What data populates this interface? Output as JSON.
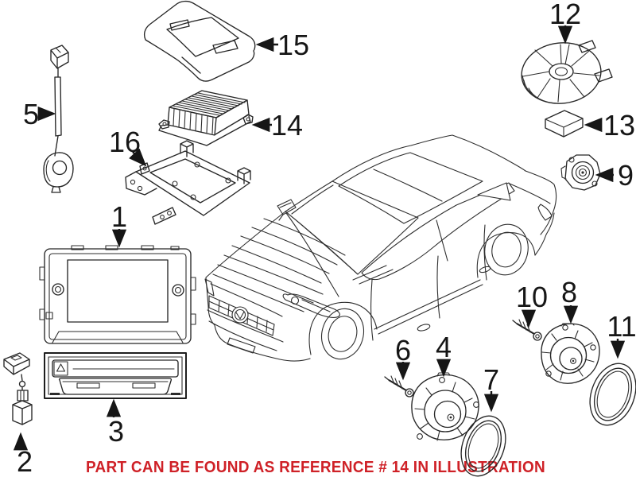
{
  "diagram": {
    "background": "#ffffff",
    "line_color": "#262626",
    "label_color": "#161616",
    "note": {
      "text": "PART CAN BE FOUND AS REFERENCE # 14 IN ILLUSTRATION",
      "color": "#cf2127"
    },
    "callouts": [
      {
        "num": "1",
        "part": "display-screen-unit"
      },
      {
        "num": "2",
        "part": "antenna-connector-cable"
      },
      {
        "num": "3",
        "part": "radio-cd-unit"
      },
      {
        "num": "4",
        "part": "front-door-speaker"
      },
      {
        "num": "5",
        "part": "microphone-antenna-cable"
      },
      {
        "num": "6",
        "part": "front-speaker-screw"
      },
      {
        "num": "7",
        "part": "front-speaker-trim-ring"
      },
      {
        "num": "8",
        "part": "rear-door-speaker"
      },
      {
        "num": "9",
        "part": "tweeter-speaker"
      },
      {
        "num": "10",
        "part": "rear-speaker-screw"
      },
      {
        "num": "11",
        "part": "rear-speaker-trim-ring"
      },
      {
        "num": "12",
        "part": "subwoofer-speaker"
      },
      {
        "num": "13",
        "part": "control-module-box"
      },
      {
        "num": "14",
        "part": "amplifier"
      },
      {
        "num": "15",
        "part": "amplifier-cover"
      },
      {
        "num": "16",
        "part": "amplifier-mounting-bracket"
      }
    ]
  }
}
